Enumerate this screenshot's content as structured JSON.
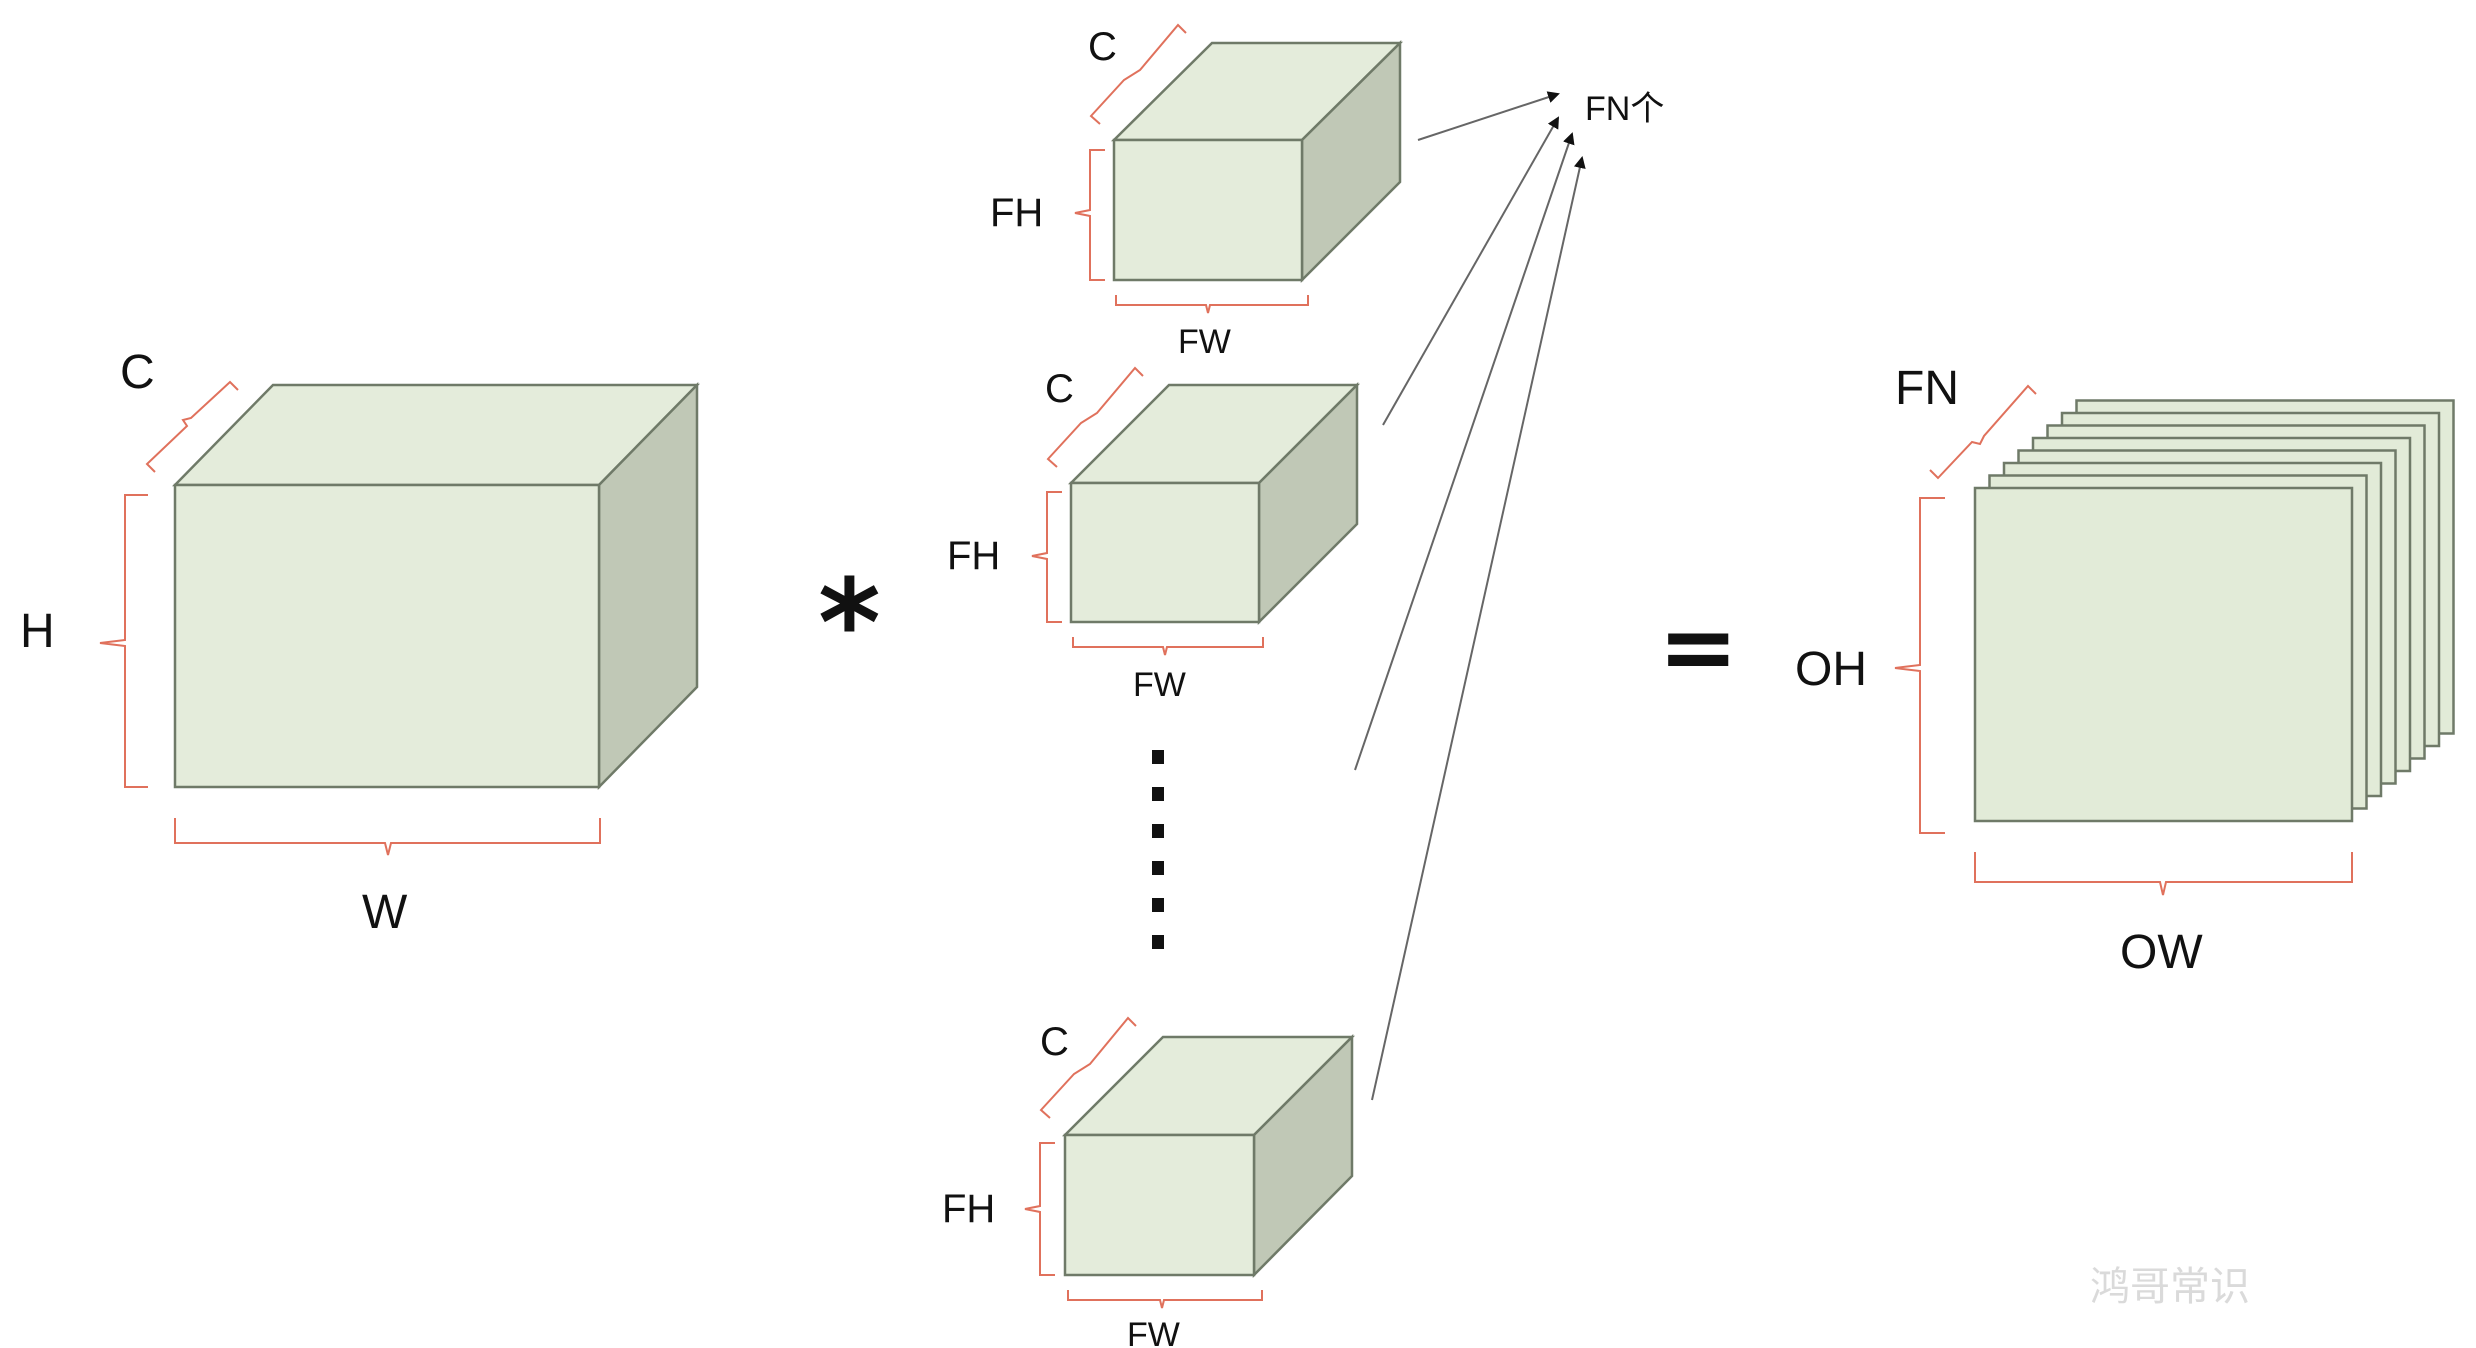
{
  "input": {
    "c_label": "C",
    "h_label": "H",
    "w_label": "W"
  },
  "operator_multiply": "*",
  "filters": [
    {
      "c_label": "C",
      "fh_label": "FH",
      "fw_label": "FW"
    },
    {
      "c_label": "C",
      "fh_label": "FH",
      "fw_label": "FW"
    },
    {
      "c_label": "C",
      "fh_label": "FH",
      "fw_label": "FW"
    }
  ],
  "filter_count_label": "FN个",
  "operator_equals": "=",
  "output": {
    "fn_label": "FN",
    "oh_label": "OH",
    "ow_label": "OW",
    "sheet_count": 8
  },
  "watermark": "鸿哥常识",
  "colors": {
    "face": "#e4ecdb",
    "side": "#c0c8b6",
    "brace": "#e0715c",
    "edge": "#6f7a68"
  }
}
